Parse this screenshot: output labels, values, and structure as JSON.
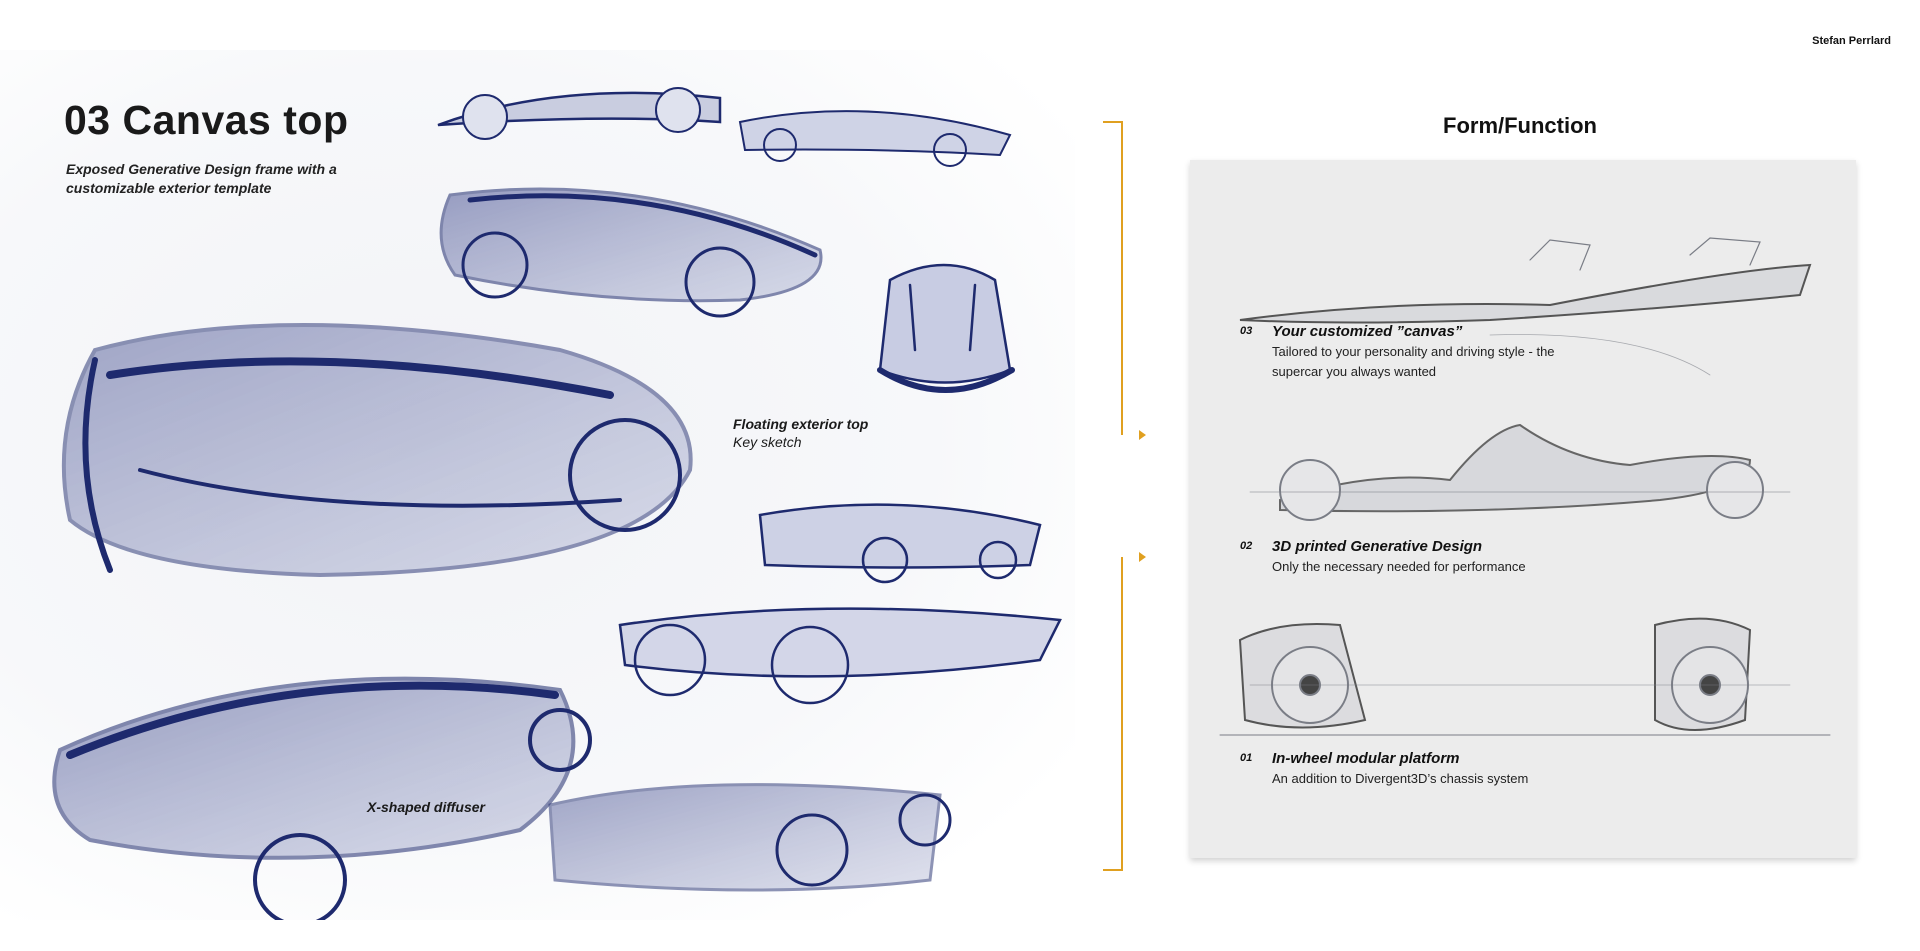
{
  "author": "Stefan Perrlard",
  "title": "03 Canvas top",
  "subtitle": "Exposed Generative Design frame with a customizable exterior template",
  "labels": {
    "floating_bold": "Floating exterior top",
    "floating_note": "Key sketch",
    "diffuser": "X-shaped diffuser"
  },
  "form_function": {
    "title": "Form/Function",
    "items": [
      {
        "num": "03",
        "heading": "Your customized ”canvas”",
        "description": "Tailored to your personality and driving style - the supercar you always wanted"
      },
      {
        "num": "02",
        "heading": "3D printed Generative Design",
        "description": "Only the necessary needed for performance"
      },
      {
        "num": "01",
        "heading": "In-wheel modular platform",
        "description": "An addition to Divergent3D’s chassis system"
      }
    ]
  },
  "colors": {
    "accent": "#e0a020",
    "ink": "#1e2a6e",
    "panel": "#ececec"
  }
}
